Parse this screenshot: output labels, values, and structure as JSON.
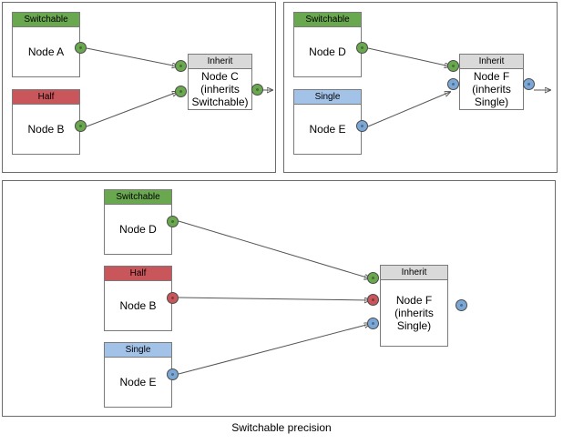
{
  "diagram": {
    "caption": "Switchable precision",
    "colors": {
      "switchable": "#6aa84f",
      "half": "#c9565a",
      "single": "#a3c2e8",
      "inherit_header": "#d9d9d9",
      "port_green": "#6aa84f",
      "port_red": "#c9565a",
      "port_blue": "#7ba7d7",
      "edge": "#555555",
      "panel_border": "#6b6b6b"
    },
    "panels": [
      {
        "id": "panel-top-left",
        "nodes": [
          {
            "id": "node-a",
            "header": "Switchable",
            "header_kind": "switchable",
            "label": "Node A"
          },
          {
            "id": "node-b",
            "header": "Half",
            "header_kind": "half",
            "label": "Node B"
          },
          {
            "id": "node-c",
            "header": "Inherit",
            "header_kind": "inherit",
            "label": "Node C\n(inherits\nSwitchable)"
          }
        ],
        "ports": [
          {
            "id": "node-a-out",
            "color": "green"
          },
          {
            "id": "node-b-out",
            "color": "green"
          },
          {
            "id": "node-c-in-1",
            "color": "green"
          },
          {
            "id": "node-c-in-2",
            "color": "green"
          },
          {
            "id": "node-c-out",
            "color": "green"
          }
        ],
        "edges": [
          {
            "from": "node-a-out",
            "to": "node-c-in-1"
          },
          {
            "from": "node-b-out",
            "to": "node-c-in-2"
          },
          {
            "from": "node-c-out",
            "to": "open"
          }
        ]
      },
      {
        "id": "panel-top-right",
        "nodes": [
          {
            "id": "node-d-tr",
            "header": "Switchable",
            "header_kind": "switchable",
            "label": "Node D"
          },
          {
            "id": "node-e-tr",
            "header": "Single",
            "header_kind": "single",
            "label": "Node E"
          },
          {
            "id": "node-f-tr",
            "header": "Inherit",
            "header_kind": "inherit",
            "label": "Node F\n(inherits\nSingle)"
          }
        ],
        "ports": [
          {
            "id": "node-d-tr-out",
            "color": "green"
          },
          {
            "id": "node-e-tr-out",
            "color": "blue"
          },
          {
            "id": "node-f-tr-in-1",
            "color": "green"
          },
          {
            "id": "node-f-tr-in-2",
            "color": "blue"
          },
          {
            "id": "node-f-tr-out",
            "color": "blue"
          }
        ],
        "edges": [
          {
            "from": "node-d-tr-out",
            "to": "node-f-tr-in-1"
          },
          {
            "from": "node-e-tr-out",
            "to": "node-f-tr-in-2"
          },
          {
            "from": "node-f-tr-out",
            "to": "open"
          }
        ]
      },
      {
        "id": "panel-bottom",
        "nodes": [
          {
            "id": "node-d-b",
            "header": "Switchable",
            "header_kind": "switchable",
            "label": "Node D"
          },
          {
            "id": "node-b-b",
            "header": "Half",
            "header_kind": "half",
            "label": "Node B"
          },
          {
            "id": "node-e-b",
            "header": "Single",
            "header_kind": "single",
            "label": "Node E"
          },
          {
            "id": "node-f-b",
            "header": "Inherit",
            "header_kind": "inherit",
            "label": "Node F\n(inherits\nSingle)"
          }
        ],
        "ports": [
          {
            "id": "node-d-b-out",
            "color": "green"
          },
          {
            "id": "node-b-b-out",
            "color": "red"
          },
          {
            "id": "node-e-b-out",
            "color": "blue"
          },
          {
            "id": "node-f-b-in-1",
            "color": "green"
          },
          {
            "id": "node-f-b-in-2",
            "color": "red"
          },
          {
            "id": "node-f-b-in-3",
            "color": "blue"
          },
          {
            "id": "node-f-b-out",
            "color": "blue"
          }
        ],
        "edges": [
          {
            "from": "node-d-b-out",
            "to": "node-f-b-in-1"
          },
          {
            "from": "node-b-b-out",
            "to": "node-f-b-in-2"
          },
          {
            "from": "node-e-b-out",
            "to": "node-f-b-in-3"
          }
        ]
      }
    ],
    "labels": {
      "switchable": "Switchable",
      "half": "Half",
      "single": "Single",
      "inherit": "Inherit",
      "node_a": "Node A",
      "node_b": "Node B",
      "node_c_l1": "Node C",
      "node_c_l2": "(inherits",
      "node_c_l3": "Switchable)",
      "node_d": "Node D",
      "node_e": "Node E",
      "node_f_l1": "Node F",
      "node_f_l2": "(inherits",
      "node_f_l3": "Single)"
    }
  }
}
